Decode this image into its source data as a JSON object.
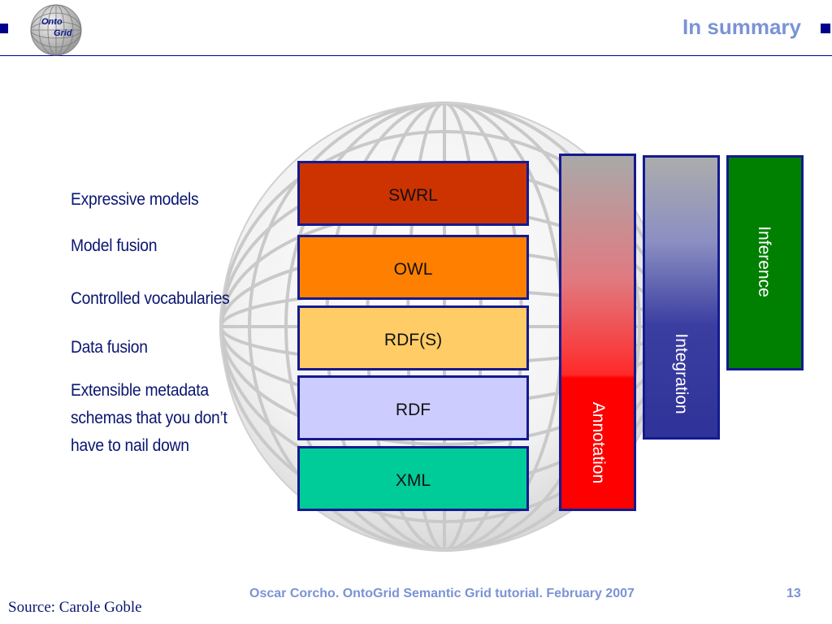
{
  "header": {
    "title": "In summary",
    "logo_text_top": "Onto",
    "logo_text_bottom": "Grid"
  },
  "statements": [
    "Expressive models",
    "Model fusion",
    "Controlled vocabularies",
    "Data fusion",
    "Extensible metadata",
    "schemas that you don’t",
    "have to nail down"
  ],
  "layers": [
    "SWRL",
    "OWL",
    "RDF(S)",
    "RDF",
    "XML"
  ],
  "bars": {
    "annotation": "Annotation",
    "integration": "Integration",
    "inference": "Inference"
  },
  "colors": {
    "swrl": "#cc3300",
    "owl": "#ff8000",
    "rdfs": "#ffcc66",
    "rdf": "#ccccff",
    "xml": "#00cc99",
    "inference": "#008000",
    "border": "#141a8f",
    "title": "#7a93d6"
  },
  "footer": {
    "text": "Oscar Corcho. OntoGrid Semantic Grid tutorial. February 2007",
    "page": "13",
    "source": "Source: Carole Goble"
  }
}
